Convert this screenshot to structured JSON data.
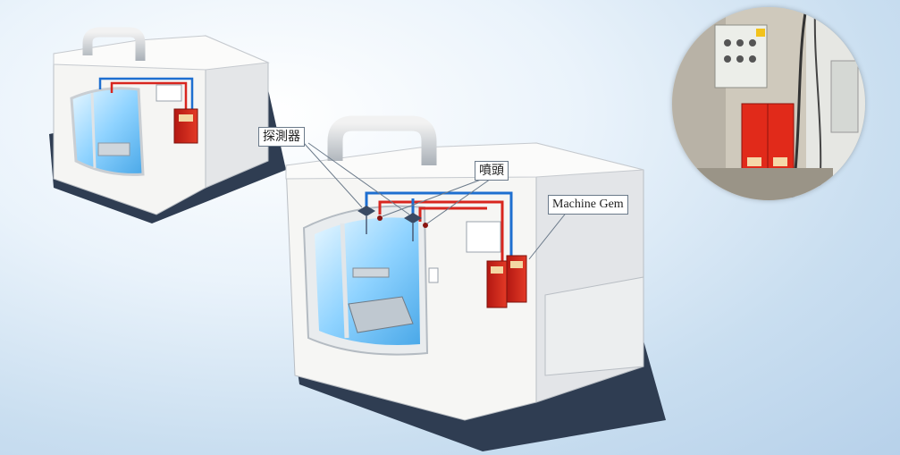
{
  "labels": {
    "detector": "探測器",
    "nozzle": "噴頭",
    "machine_gem": "Machine Gem"
  },
  "colors": {
    "background": "#c9def0",
    "machine_body": "#f4f4f2",
    "machine_shadow": "#2f3d52",
    "pipe_red": "#d8261f",
    "pipe_blue": "#1e6fd0",
    "control_box": "#d42a1c",
    "window_glass": "#9fd8ff"
  },
  "icons": {
    "detector": "detector-sensor-icon",
    "nozzle": "spray-nozzle-icon",
    "control_unit": "fire-suppression-control-box-icon"
  }
}
